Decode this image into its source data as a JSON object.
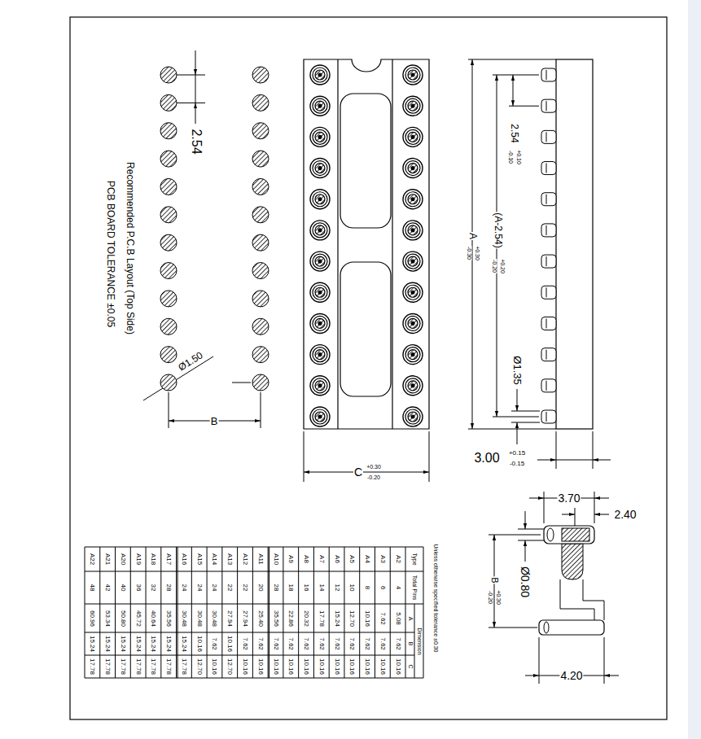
{
  "diagram": {
    "labels": [
      "2.54",
      "Recommended P.C.B Layout (Top Side)",
      "PCB BOARD TOLERANCE ±0.05",
      "Ø1.50",
      "B",
      "C",
      "+0.30",
      "-0.20",
      "2.54",
      "+0.10",
      "-0.10",
      "(A-2.54)",
      "+0.20",
      "-0.20",
      "A",
      "+0.30",
      "-0.30",
      "Ø1.35",
      "3.00",
      "+0.15",
      "-0.15",
      "3.70",
      "2.40",
      "Ø0.80",
      "B",
      "+0.30",
      "-0.20",
      "4.20",
      "Unless otherwise specified tolerance ±0.30",
      "Type",
      "Total Pins",
      "Dimension",
      "A",
      "B",
      "C",
      "A22",
      "48",
      "60.96",
      "15.24",
      "17.78",
      "A21",
      "42",
      "53.34",
      "15.24",
      "17.78",
      "A20",
      "40",
      "50.80",
      "15.24",
      "17.78",
      "A19",
      "36",
      "45.72",
      "15.24",
      "17.78",
      "A18",
      "32",
      "40.64",
      "15.24",
      "17.78",
      "A17",
      "28",
      "35.56",
      "15.24",
      "17.78",
      "A16",
      "24",
      "30.48",
      "15.24",
      "17.78",
      "A15",
      "24",
      "30.48",
      "10.16",
      "12.70",
      "A14",
      "24",
      "30.48",
      "7.62",
      "10.16",
      "A13",
      "22",
      "27.94",
      "10.16",
      "12.70",
      "A12",
      "22",
      "27.94",
      "7.62",
      "10.16",
      "A11",
      "20",
      "25.40",
      "7.62",
      "10.16",
      "A10",
      "28",
      "35.56",
      "7.62",
      "10.16",
      "A9",
      "18",
      "22.86",
      "7.62",
      "10.16",
      "A8",
      "16",
      "20.32",
      "7.62",
      "10.16",
      "A7",
      "14",
      "17.78",
      "7.62",
      "10.16",
      "A6",
      "12",
      "15.24",
      "7.62",
      "10.16",
      "A5",
      "10",
      "12.70",
      "7.62",
      "10.16",
      "A4",
      "8",
      "10.16",
      "7.62",
      "10.16",
      "A3",
      "6",
      "7.62",
      "7.62",
      "10.16",
      "A2",
      "4",
      "5.08",
      "7.62",
      "10.16"
    ]
  }
}
